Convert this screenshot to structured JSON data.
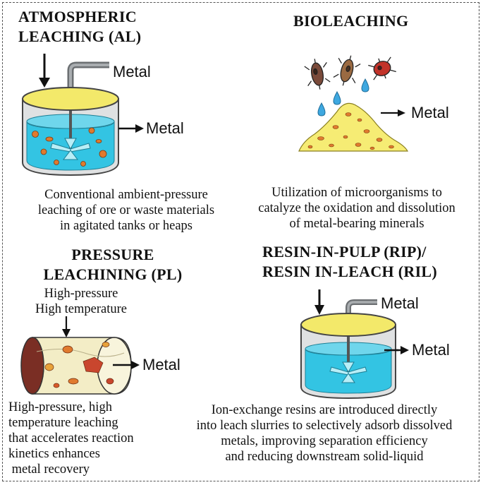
{
  "sections": {
    "al": {
      "title_line1": "ATMOSPHERIC",
      "title_line2": "LEACHING (AL)",
      "label_top": "Metal",
      "label_side": "Metal",
      "desc_line1": "Conventional ambient-pressure",
      "desc_line2": "leaching of ore or waste materials",
      "desc_line3": "in agitated tanks or heaps"
    },
    "bio": {
      "title": "BIOLEACHING",
      "label": "Metal",
      "desc_line1": "Utilization of microorganisms to",
      "desc_line2": "catalyze the oxidation and dissolution",
      "desc_line3": "of metal-bearing minerals"
    },
    "pl": {
      "title_line1": "PRESSURE",
      "title_line2": "LEACHINING (PL)",
      "cond_line1": "High-pressure",
      "cond_line2": "High temperature",
      "label": "Metal",
      "desc_line1": "High-pressure, high",
      "desc_line2": "temperature leaching",
      "desc_line3": "that accelerates reaction",
      "desc_line4": "kinetics enhances",
      "desc_line5": " metal recovery"
    },
    "rip": {
      "title_line1": "RESIN-IN-PULP (RIP)/",
      "title_line2": "RESIN IN-LEACH (RIL)",
      "label_top": "Metal",
      "label_side": "Metal",
      "desc_line1": "Ion-exchange resins are introduced directly",
      "desc_line2": "into leach slurries to selectively adsorb dissolved",
      "desc_line3": "metals, improving separation efficiency",
      "desc_line4": "and reducing downstream solid-liquid"
    }
  },
  "colors": {
    "lid": "#f3e96a",
    "liquid": "#33c4e3",
    "tank_wall": "#c8cbcc",
    "ore_pile": "#f6ec74",
    "particle": "#e07a2e",
    "droplet": "#3ea8e0"
  }
}
